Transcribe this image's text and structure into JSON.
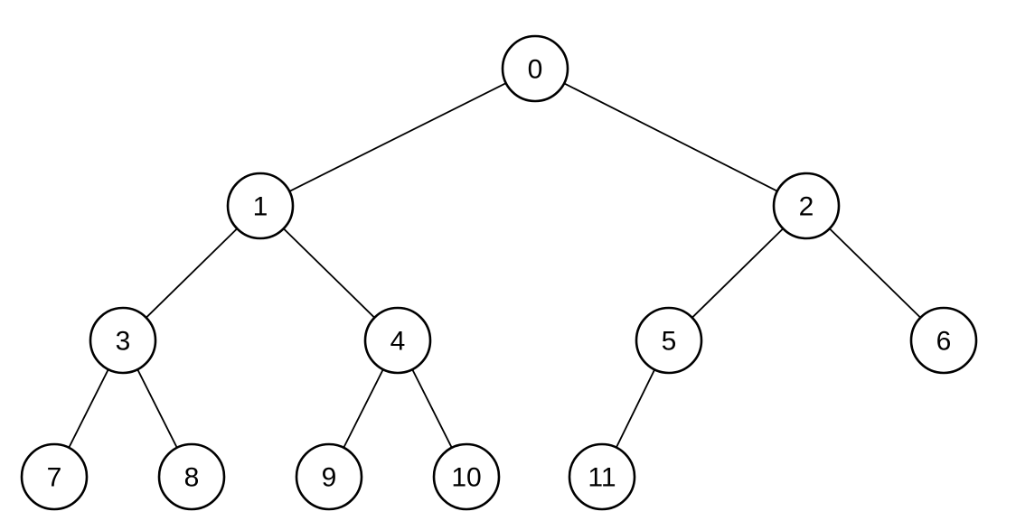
{
  "diagram": {
    "type": "binary-tree",
    "nodes": [
      {
        "id": 0,
        "label": "0"
      },
      {
        "id": 1,
        "label": "1"
      },
      {
        "id": 2,
        "label": "2"
      },
      {
        "id": 3,
        "label": "3"
      },
      {
        "id": 4,
        "label": "4"
      },
      {
        "id": 5,
        "label": "5"
      },
      {
        "id": 6,
        "label": "6"
      },
      {
        "id": 7,
        "label": "7"
      },
      {
        "id": 8,
        "label": "8"
      },
      {
        "id": 9,
        "label": "9"
      },
      {
        "id": 10,
        "label": "10"
      },
      {
        "id": 11,
        "label": "11"
      }
    ],
    "edges": [
      {
        "from": 0,
        "to": 1
      },
      {
        "from": 0,
        "to": 2
      },
      {
        "from": 1,
        "to": 3
      },
      {
        "from": 1,
        "to": 4
      },
      {
        "from": 2,
        "to": 5
      },
      {
        "from": 2,
        "to": 6
      },
      {
        "from": 3,
        "to": 7
      },
      {
        "from": 3,
        "to": 8
      },
      {
        "from": 4,
        "to": 9
      },
      {
        "from": 4,
        "to": 10
      },
      {
        "from": 5,
        "to": 11
      }
    ],
    "colors": {
      "background": "#ffffff",
      "stroke": "#000000",
      "node_fill": "#ffffff",
      "text": "#000000"
    }
  }
}
